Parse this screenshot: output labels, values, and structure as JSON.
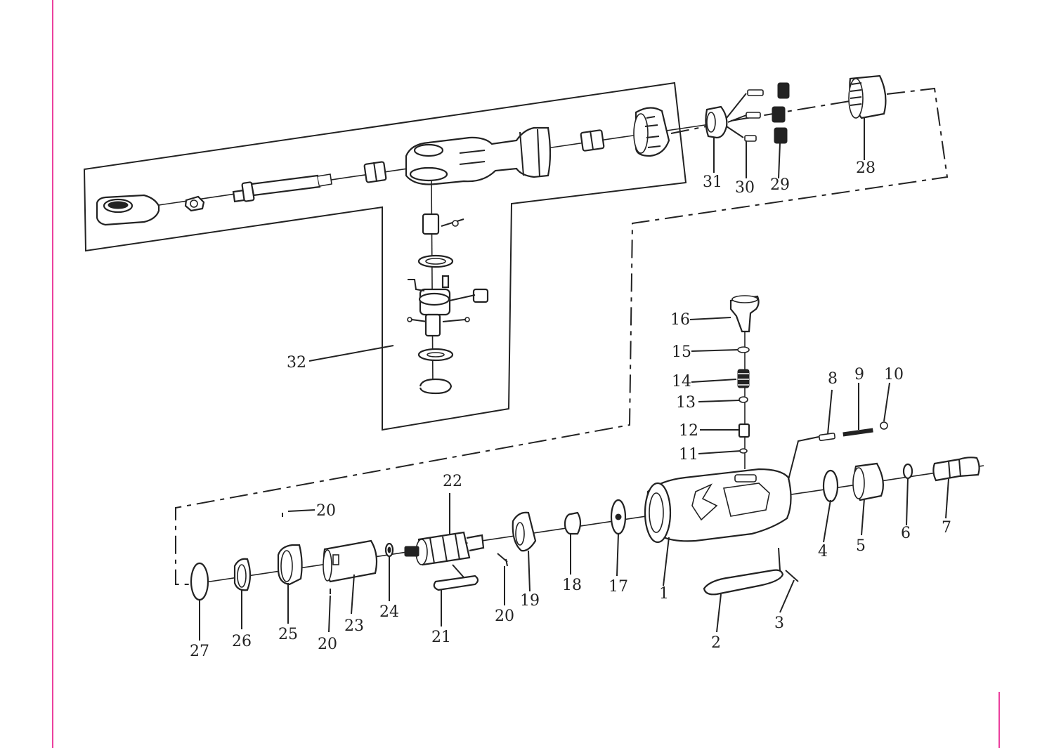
{
  "colors": {
    "ink": "#222222",
    "margin_line": "#e6007e",
    "background": "#ffffff"
  },
  "labels": {
    "p1": "1",
    "p2": "2",
    "p3": "3",
    "p4": "4",
    "p5": "5",
    "p6": "6",
    "p7": "7",
    "p8": "8",
    "p9": "9",
    "p10": "10",
    "p11": "11",
    "p12": "12",
    "p13": "13",
    "p14": "14",
    "p15": "15",
    "p16": "16",
    "p17": "17",
    "p18": "18",
    "p19": "19",
    "p20": "20",
    "p21": "21",
    "p22": "22",
    "p23": "23",
    "p24": "24",
    "p25": "25",
    "p26": "26",
    "p27": "27",
    "p28": "28",
    "p29": "29",
    "p30": "30",
    "p31": "31",
    "p32": "32"
  }
}
